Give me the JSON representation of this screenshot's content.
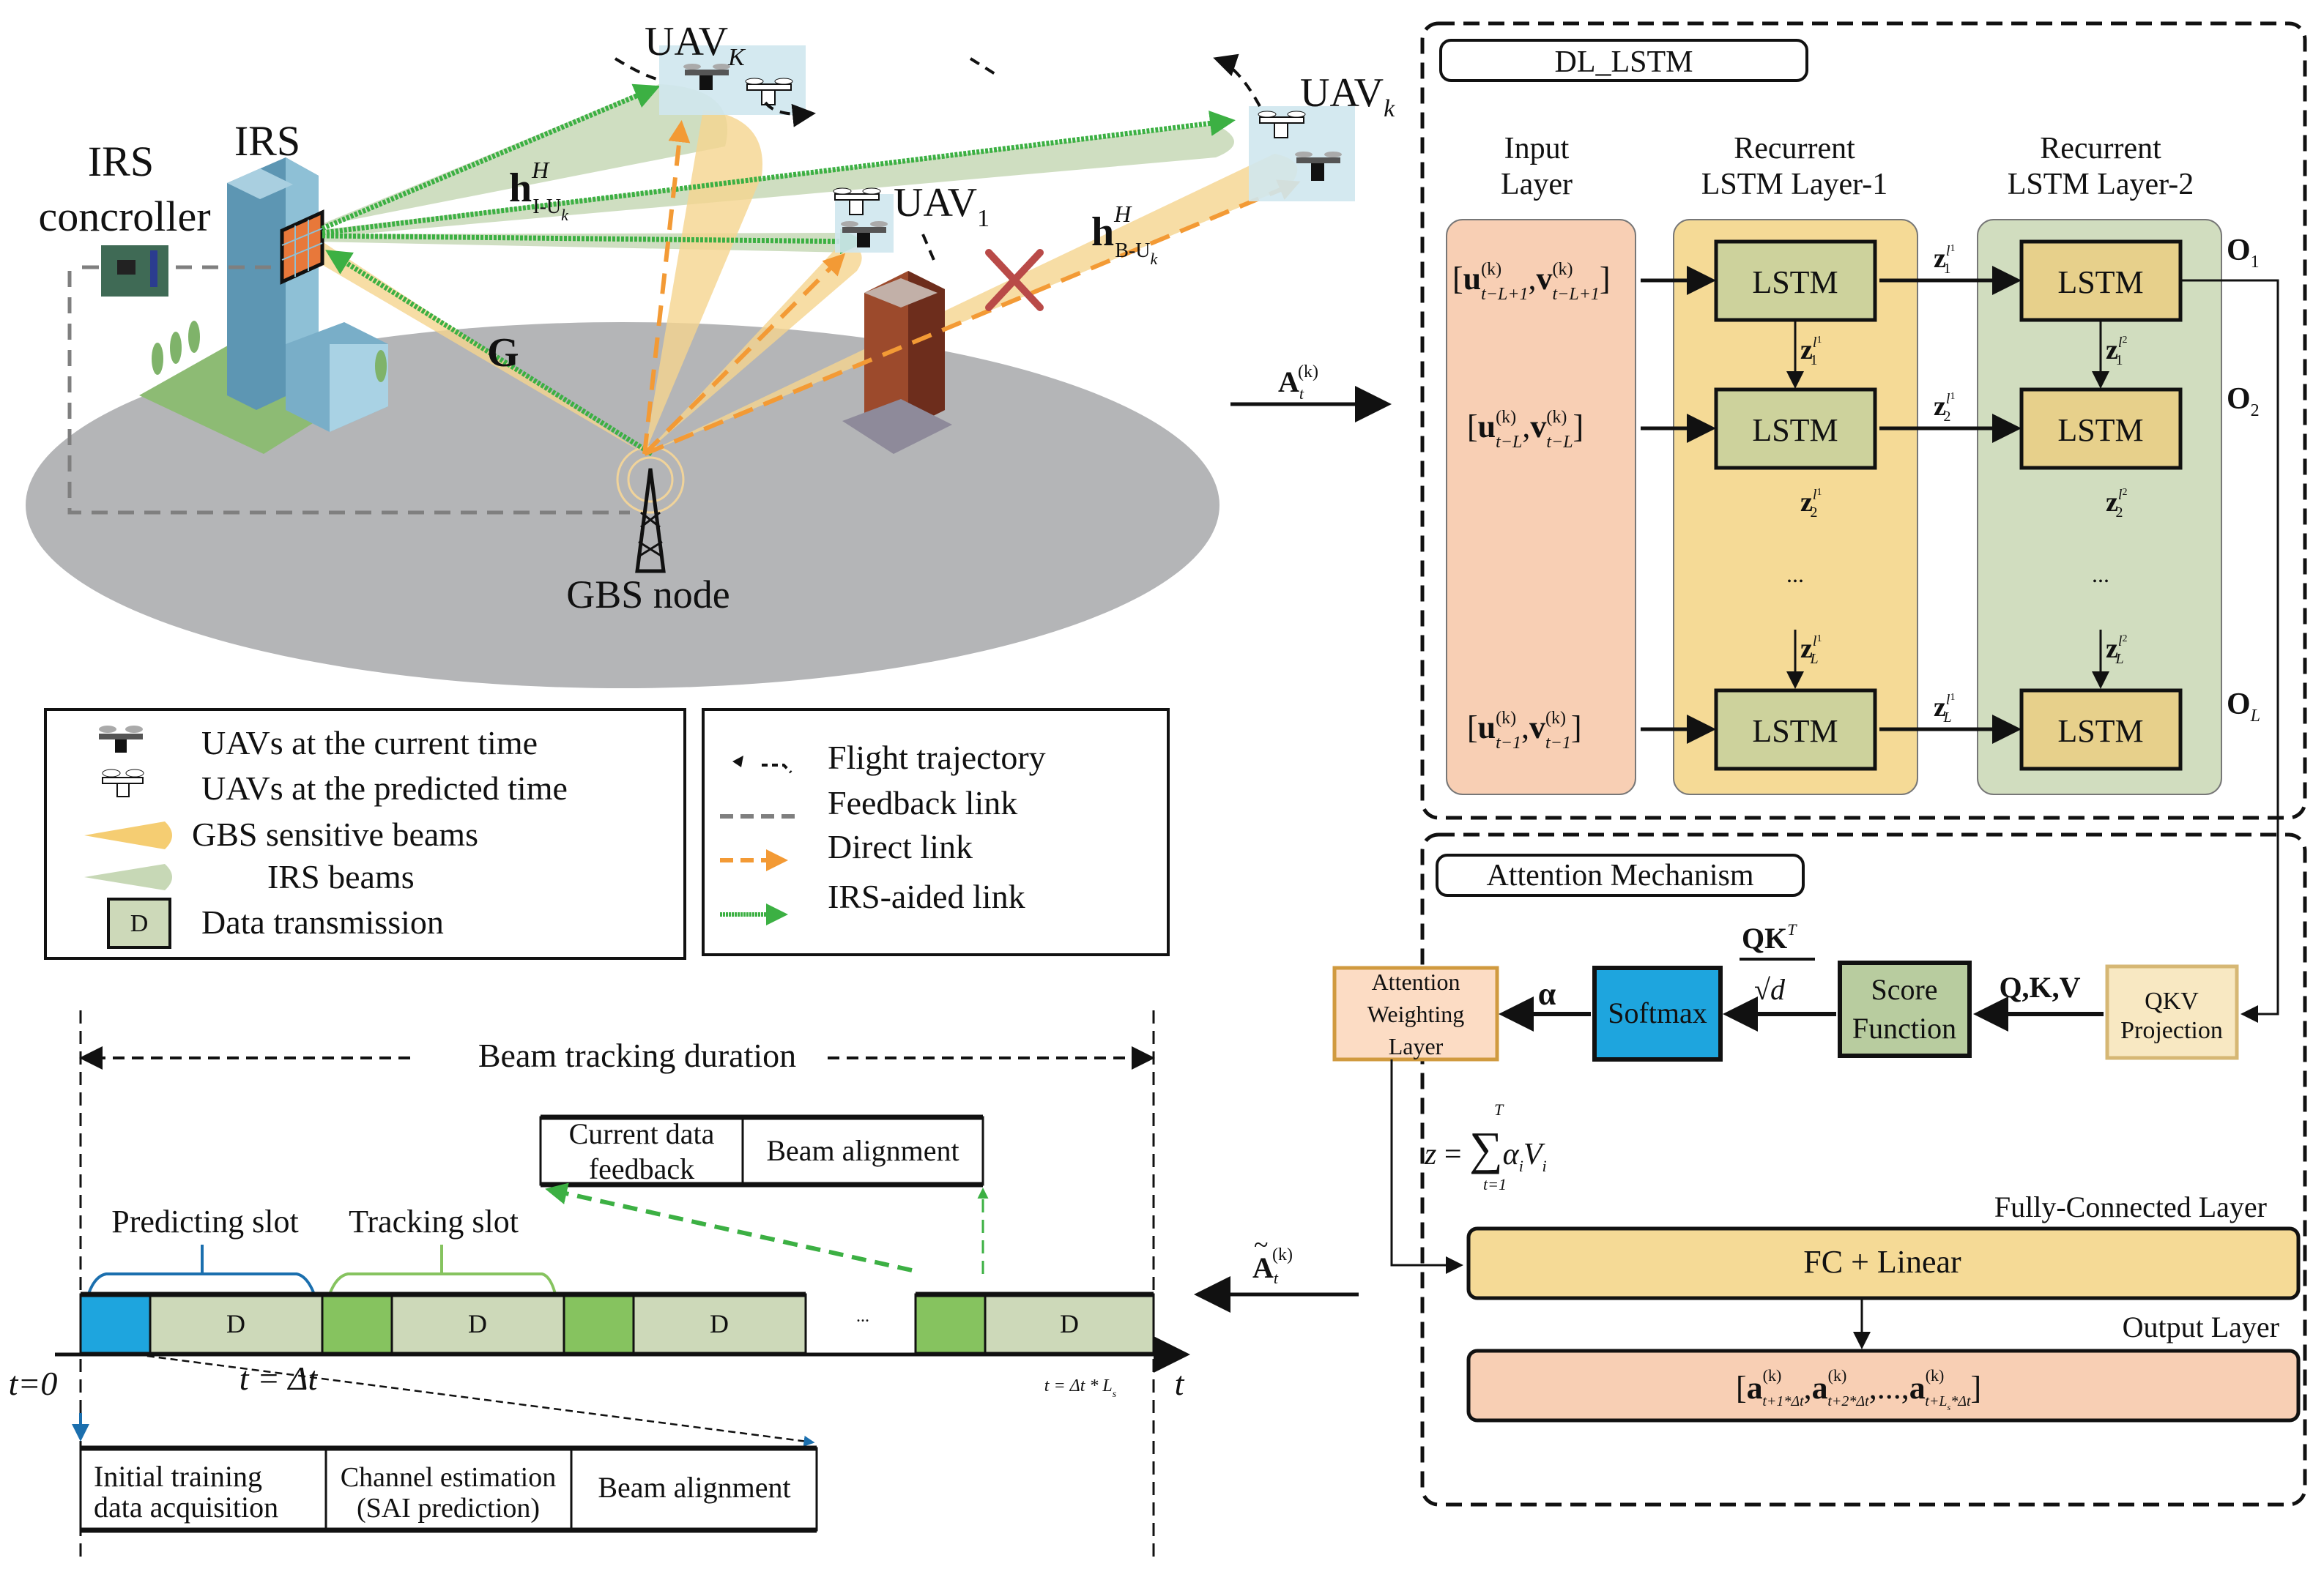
{
  "scene": {
    "irs_controller_label_1": "IRS",
    "irs_controller_label_2": "concroller",
    "irs_label": "IRS",
    "uav_K_label": "UAV",
    "uav_K_sub": "K",
    "uav_1_label": "UAV",
    "uav_1_sub": "1",
    "uav_k_label": "UAV",
    "uav_k_sub": "k",
    "h_iu": "h",
    "h_iu_sup": "H",
    "h_iu_sub": "I-U",
    "h_iu_subsub": "k",
    "h_bu": "h",
    "h_bu_sup": "H",
    "h_bu_sub": "B-U",
    "h_bu_subsub": "k",
    "g_label": "G",
    "gbs_label": "GBS node",
    "a_t_label": "A",
    "a_t_sub": "t",
    "a_t_sup": "(k)",
    "a_tilde_label": "A",
    "a_tilde_sub": "t",
    "a_tilde_sup": "(k)"
  },
  "legend_left": {
    "items": [
      {
        "icon": "uav-current-icon",
        "label": "UAVs at the current time"
      },
      {
        "icon": "uav-predicted-icon",
        "label": "UAVs at the predicted time"
      },
      {
        "icon": "gbs-beam-icon",
        "label": "GBS sensitive beams"
      },
      {
        "icon": "irs-beam-icon",
        "label": "IRS beams"
      },
      {
        "icon": "data-transmission-icon",
        "label": "Data transmission",
        "icon_text": "D"
      }
    ]
  },
  "legend_right": {
    "items": [
      {
        "icon": "flight-trajectory-icon",
        "label": "Flight trajectory"
      },
      {
        "icon": "feedback-link-icon",
        "label": "Feedback link"
      },
      {
        "icon": "direct-link-icon",
        "label": "Direct link"
      },
      {
        "icon": "irs-aided-link-icon",
        "label": "IRS-aided link"
      }
    ]
  },
  "timeline": {
    "duration_label": "Beam tracking duration",
    "predicting_slot": "Predicting slot",
    "tracking_slot": "Tracking slot",
    "feedback_box": {
      "cell1_line1": "Current data",
      "cell1_line2": "feedback",
      "cell2": "Beam alignment"
    },
    "slot_label": "D",
    "ellipsis": "...",
    "t0_label": "t=0",
    "t_delta_label": "t = Δt",
    "t_end_label": "t = Δt * L",
    "t_end_sub": "s",
    "axis_label": "t",
    "detail_box": {
      "cell1_line1": "Initial training",
      "cell1_line2": "data acquisition",
      "cell2_line1": "Channel estimation",
      "cell2_line2": "(SAI prediction)",
      "cell3": "Beam alignment"
    }
  },
  "dl_lstm": {
    "title": "DL_LSTM",
    "col_input_1": "Input",
    "col_input_2": "Layer",
    "col_l1_1": "Recurrent",
    "col_l1_2": "LSTM Layer-1",
    "col_l2_1": "Recurrent",
    "col_l2_2": "LSTM Layer-2",
    "cell_label": "LSTM",
    "inputs": [
      {
        "u": "u",
        "v": "v",
        "sub": "t−L+1",
        "sup": "(k)"
      },
      {
        "u": "u",
        "v": "v",
        "sub": "t−L",
        "sup": "(k)"
      },
      {
        "u": "u",
        "v": "v",
        "sub": "t−1",
        "sup": "(k)"
      }
    ],
    "z_labels": {
      "z": "z",
      "l1": "l",
      "l1_sub": "1",
      "l2_sub": "2",
      "subs": [
        "1",
        "2",
        "L"
      ]
    },
    "outputs": [
      {
        "o": "O",
        "sub": "1"
      },
      {
        "o": "O",
        "sub": "2"
      },
      {
        "o": "O",
        "sub": "L"
      }
    ],
    "ellipsis": "..."
  },
  "attention": {
    "title": "Attention Mechanism",
    "weighting_1": "Attention",
    "weighting_2": "Weighting",
    "weighting_3": "Layer",
    "softmax": "Softmax",
    "score_1": "Score",
    "score_2": "Function",
    "qkv_1": "QKV",
    "qkv_2": "Projection",
    "alpha": "α",
    "qkt": "QK",
    "qkt_sup": "T",
    "sqrt_d": "d",
    "qkv_label": "Q,K,V",
    "sum_formula": "z = ",
    "sum_body": "α",
    "sum_i": "i",
    "sum_v": "V",
    "sum_top": "T",
    "sum_bottom": "t=1",
    "fc_header": "Fully-Connected  Layer",
    "fc_label": "FC + Linear",
    "output_header": "Output Layer",
    "output_a": "a",
    "output_sup": "(k)",
    "output_subs": [
      "t+1*Δt",
      "t+2*Δt",
      "t+L"
    ],
    "output_last_tail": "*Δt",
    "output_last_subsub": "s",
    "output_ellipsis": ",...,"
  },
  "colors": {
    "irs_beam": "#c7d8b6",
    "gbs_beam": "#f5d48f",
    "direct_link": "#f39a35",
    "irs_link": "#3cb043",
    "feedback_link": "#7f7f7f",
    "ground": "#b4b5b7",
    "input_layer": "#f8cfb4",
    "lstm1_col": "#f5da96",
    "lstm2_col": "#d1ddbf",
    "lstm1_cell": "#cdd29c",
    "lstm2_cell": "#e7d08b",
    "softmax": "#1ea5de",
    "score": "#b8cc9f",
    "qkv": "#f8e8c2",
    "weighting": "#fcdcc4",
    "fc": "#f5da96",
    "output": "#f8cfb4",
    "predict_slot": "#1ea5de",
    "track_slot": "#86c35f",
    "data_slot": "#cdd9b9",
    "blocked": "#b94a48"
  }
}
